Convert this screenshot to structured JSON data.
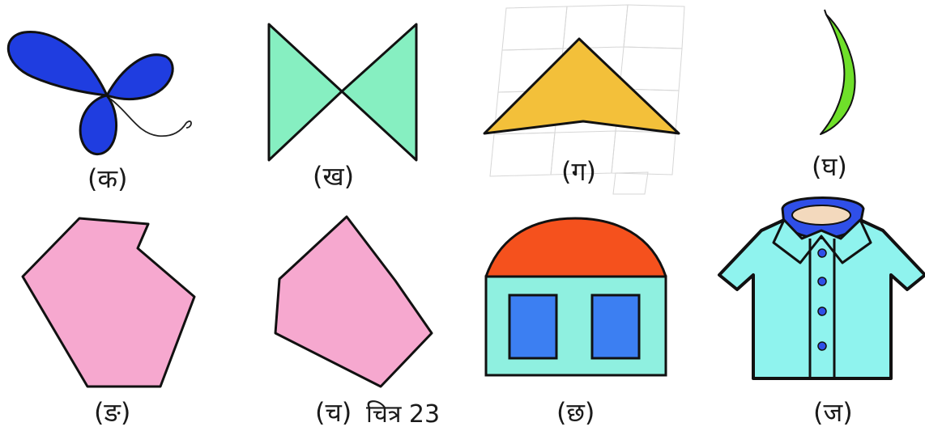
{
  "labels": {
    "ka": "(क)",
    "kha": "(ख)",
    "ga": "(ग)",
    "gha": "(घ)",
    "nga": "(ङ)",
    "cha": "(च)",
    "chha": "(छ)",
    "ja": "(ज)"
  },
  "caption": "चित्र 23",
  "colors": {
    "butterfly": "#1f3de0",
    "bowtie": "#86efc1",
    "kite": "#f3c03a",
    "bean": "#6fe02a",
    "polygon": "#f6a8cf",
    "roof": "#f5511d",
    "wall": "#8ff0e0",
    "window": "#3c7ff2",
    "shirt": "#8ff3ee",
    "collar": "#2f4fe8",
    "neck": "#f3d9bd",
    "button": "#2f4fe8"
  }
}
